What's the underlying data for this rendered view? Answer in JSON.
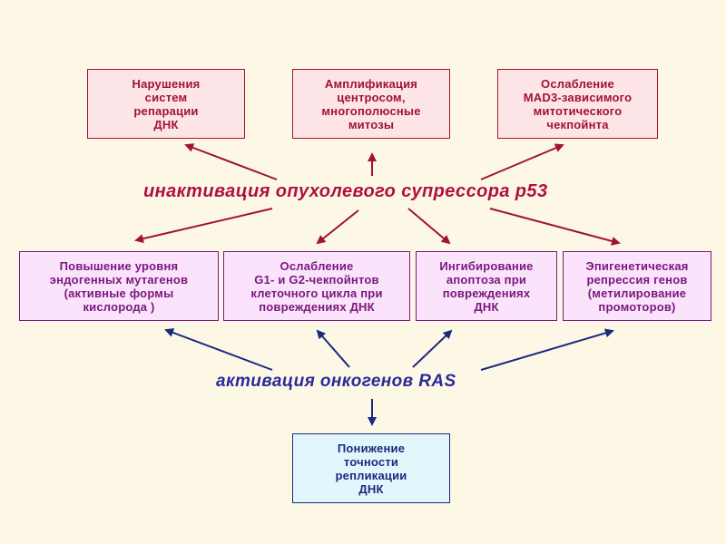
{
  "p53_label": "инактивация опухолевого супрессора р53",
  "ras_label": "активация онкогенов RAS",
  "top_boxes": [
    {
      "lines": [
        "Нарушения",
        "систем",
        "репарации",
        "ДНК"
      ]
    },
    {
      "lines": [
        "Амплификация",
        "центросом,",
        "многополюсные",
        "митозы"
      ]
    },
    {
      "lines": [
        "Ослабление",
        "MAD3-зависимого",
        "митотического",
        "чекпойнта"
      ]
    }
  ],
  "middle_boxes": [
    {
      "lines": [
        "Повышение уровня",
        "эндогенных мутагенов",
        "(активные формы",
        "кислорода )"
      ]
    },
    {
      "lines": [
        "Ослабление",
        "G1- и G2-чекпойнтов",
        "клеточного цикла при",
        "повреждениях ДНК"
      ]
    },
    {
      "lines": [
        "Ингибирование",
        "апоптоза при",
        "повреждениях",
        "ДНК"
      ]
    },
    {
      "lines": [
        "Эпигенетическая",
        "репрессия генов",
        "(метилирование",
        "промоторов)"
      ]
    }
  ],
  "bottom_boxes": [
    {
      "lines": [
        "Понижение",
        "точности",
        "репликации",
        "ДНК"
      ]
    }
  ],
  "colors": {
    "background": "#fdf8e6",
    "p53_arrow": "#a01430",
    "ras_arrow": "#1a2a80"
  }
}
